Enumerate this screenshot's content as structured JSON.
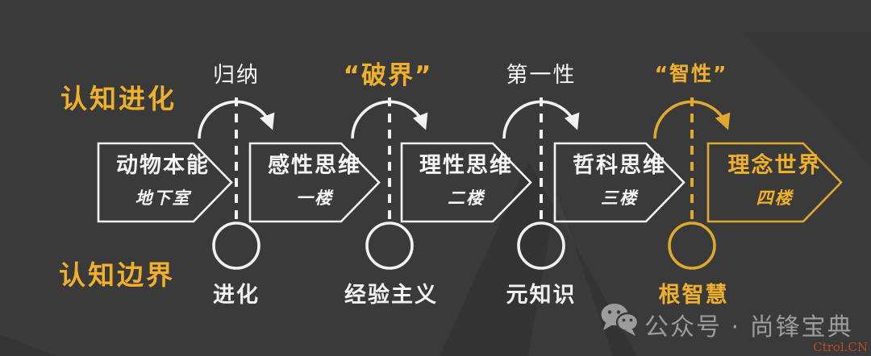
{
  "colors": {
    "background": "#3a3a3a",
    "accent_gold": "#F0B02C",
    "stroke_gold": "#DFA82E",
    "stroke_white": "#F2F2F2",
    "footer_gray": "#9C9C9C",
    "corner_red": "#BC4A20"
  },
  "side_labels": {
    "top": "认知进化",
    "bottom": "认知边界"
  },
  "stages": [
    {
      "title": "动物本能",
      "floor": "地下室",
      "highlight": false
    },
    {
      "title": "感性思维",
      "floor": "一楼",
      "highlight": false
    },
    {
      "title": "理性思维",
      "floor": "二楼",
      "highlight": false
    },
    {
      "title": "哲科思维",
      "floor": "三楼",
      "highlight": false
    },
    {
      "title": "理念世界",
      "floor": "四楼",
      "highlight": true
    }
  ],
  "transitions": [
    {
      "label": "归纳",
      "highlight": false,
      "boundary": "进化"
    },
    {
      "label": "“破界”",
      "highlight": true,
      "boundary": "经验主义"
    },
    {
      "label": "第一性",
      "highlight": false,
      "boundary": "元知识"
    },
    {
      "label": "“智性”",
      "highlight": true,
      "boundary": "根智慧"
    }
  ],
  "footer": {
    "icon": "wechat-icon",
    "account_label": "公众号 · 尚锋宝典",
    "corner_watermark": "Ctrol.CN"
  }
}
